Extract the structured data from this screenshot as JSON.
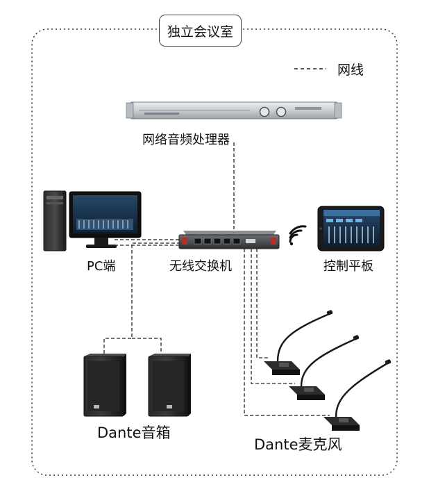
{
  "room": {
    "title": "独立会议室"
  },
  "legend": {
    "label": "网线"
  },
  "devices": {
    "processor": {
      "label": "网络音频处理器"
    },
    "pc": {
      "label": "PC端"
    },
    "switch": {
      "label": "无线交换机"
    },
    "tablet": {
      "label": "控制平板"
    },
    "speakers": {
      "label": "Dante音箱"
    },
    "mics": {
      "label": "Dante麦克风"
    }
  },
  "colors": {
    "line": "#222222",
    "device_silver": "#c9ced3",
    "device_dark": "#1e1e1e",
    "screen_blue": "#1c3a55",
    "switch_port_red": "#b0302a"
  }
}
